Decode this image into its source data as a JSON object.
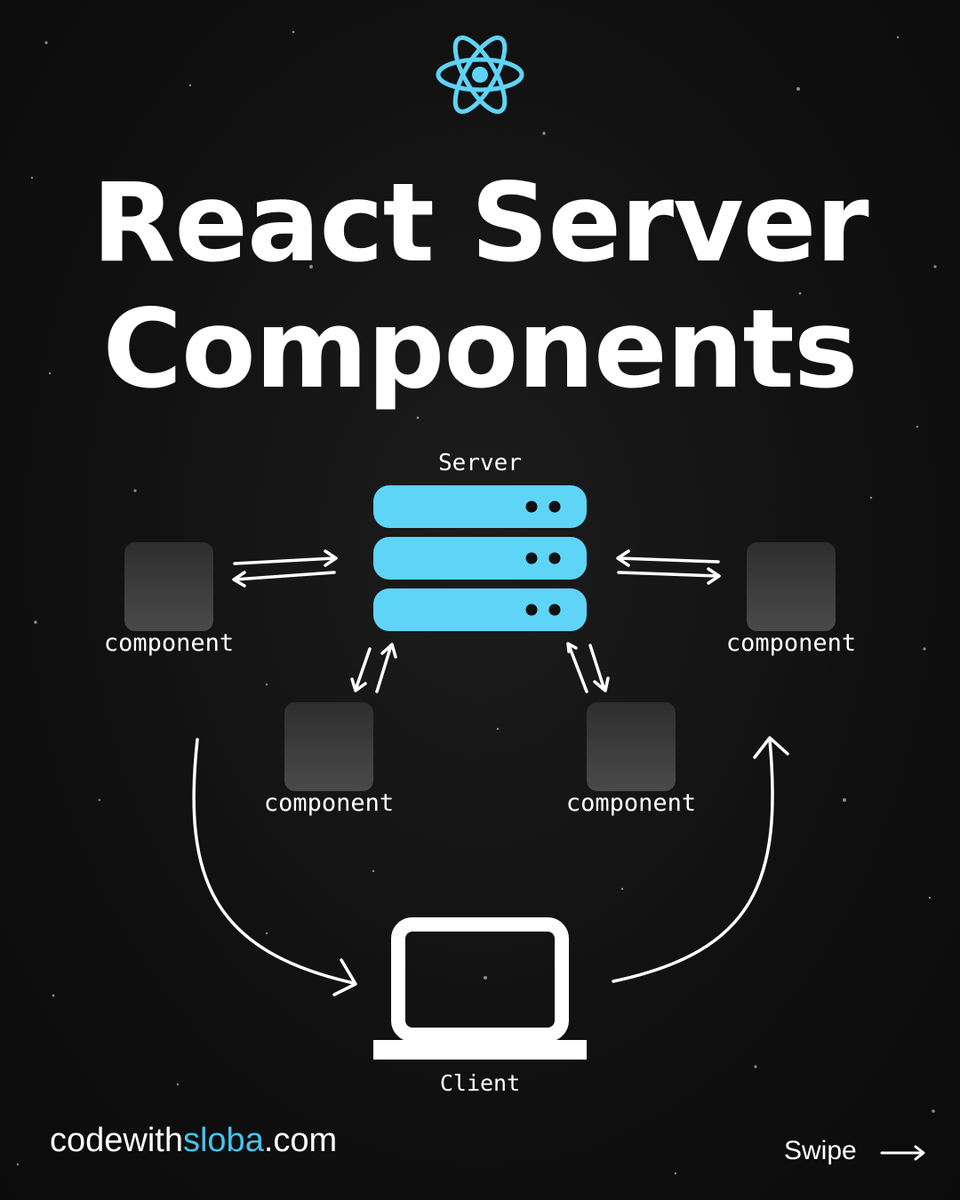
{
  "title": {
    "line1": "React Server",
    "line2": "Components"
  },
  "diagram": {
    "server_label": "Server",
    "component_labels": [
      "component",
      "component",
      "component",
      "component"
    ],
    "client_label": "Client"
  },
  "footer": {
    "brand_prefix": "codewith",
    "brand_accent": "sloba",
    "brand_suffix": ".com",
    "swipe_label": "Swipe"
  },
  "icons": {
    "logo": "react-logo-icon",
    "server": "server-rack-icon",
    "client": "laptop-icon",
    "swipe": "arrow-right-icon"
  },
  "colors": {
    "accent": "#5ed4f7",
    "brand_accent": "#46c3ee",
    "component_box": "#444444",
    "background": "#111111"
  }
}
